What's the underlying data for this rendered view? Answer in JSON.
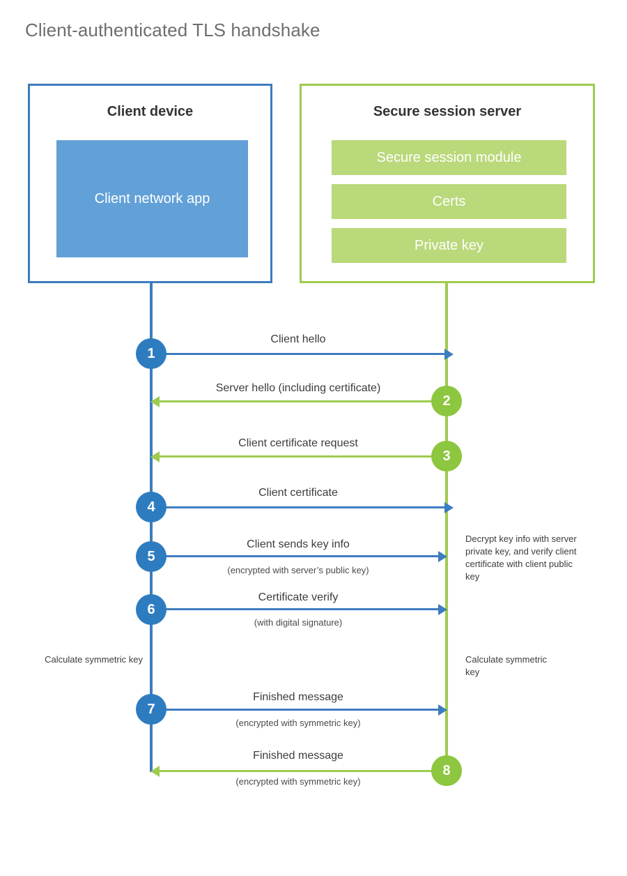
{
  "title": "Client-authenticated TLS handshake",
  "colors": {
    "client_accent": "#3d7cbf",
    "client_circle": "#2e7cc0",
    "client_app_fill": "#62a0d8",
    "server_accent": "#9ecb4f",
    "server_circle": "#8dc63f",
    "server_bar_fill": "#b9d97a",
    "title_text": "#6d6e71",
    "body_text": "#3c3c3c"
  },
  "entities": {
    "client": {
      "title": "Client device",
      "app_label": "Client network app"
    },
    "server": {
      "title": "Secure session server",
      "components": [
        "Secure session module",
        "Certs",
        "Private key"
      ]
    }
  },
  "steps": [
    {
      "number": "1",
      "label": "Client hello",
      "sub": "",
      "direction": "client-to-server",
      "actor": "client"
    },
    {
      "number": "2",
      "label": "Server hello (including certificate)",
      "sub": "",
      "direction": "server-to-client",
      "actor": "server"
    },
    {
      "number": "3",
      "label": "Client certificate request",
      "sub": "",
      "direction": "server-to-client",
      "actor": "server"
    },
    {
      "number": "4",
      "label": "Client certificate",
      "sub": "",
      "direction": "client-to-server",
      "actor": "client"
    },
    {
      "number": "5",
      "label": "Client sends key info",
      "sub": "(encrypted with server’s public key)",
      "direction": "client-to-server",
      "actor": "client"
    },
    {
      "number": "6",
      "label": "Certificate verify",
      "sub": "(with digital signature)",
      "direction": "client-to-server",
      "actor": "client"
    },
    {
      "number": "7",
      "label": "Finished message",
      "sub": "(encrypted with symmetric key)",
      "direction": "client-to-server",
      "actor": "client"
    },
    {
      "number": "8",
      "label": "Finished message",
      "sub": "(encrypted with symmetric key)",
      "direction": "server-to-client",
      "actor": "server"
    }
  ],
  "notes": {
    "server_decrypt": "Decrypt key info with server private key, and verify client certificate with client public key",
    "client_calculate": "Calculate symmetric key",
    "server_calculate": "Calculate symmetric key"
  }
}
